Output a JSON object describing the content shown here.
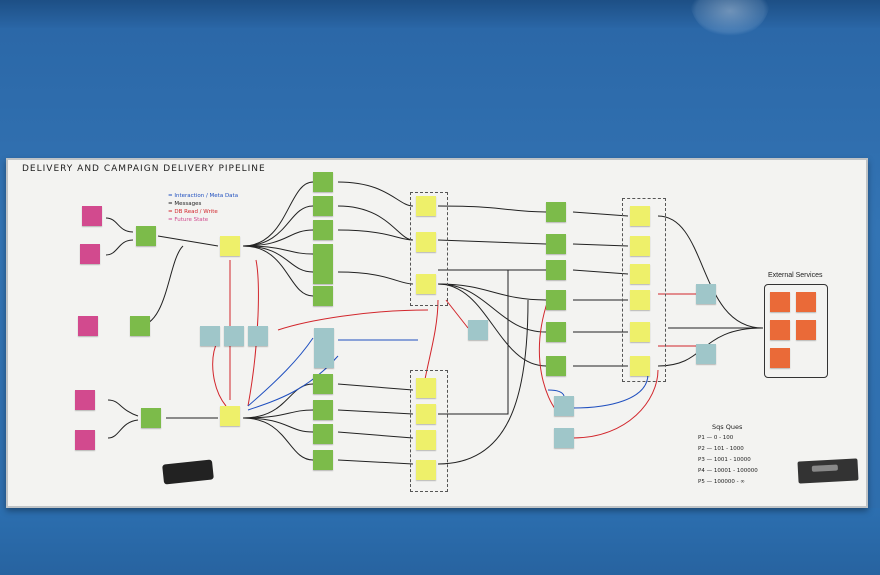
{
  "board": {
    "title": "DELIVERY AND CAMPAIGN DELIVERY PIPELINE"
  },
  "legend": [
    {
      "text": "= Interaction / Meta Data",
      "color": "#1f4fbf"
    },
    {
      "text": "= Messages",
      "color": "#222222"
    },
    {
      "text": "= DB Read / Write",
      "color": "#d2262c"
    },
    {
      "text": "= Future State",
      "color": "#d14a8e"
    }
  ],
  "external_services": {
    "title": "External Services"
  },
  "sqs": {
    "title": "Sqs Ques",
    "rows": [
      {
        "label": "P1",
        "range": "0 - 100"
      },
      {
        "label": "P2",
        "range": "101 - 1000"
      },
      {
        "label": "P3",
        "range": "1001 - 10000"
      },
      {
        "label": "P4",
        "range": "10001 - 100000"
      },
      {
        "label": "P5",
        "range": "100000 - ∞"
      }
    ]
  },
  "colors": {
    "wall": "#2f6fae",
    "board": "#f3f3f1",
    "pink_note": "#d24a8e",
    "green_note": "#7cbb4a",
    "yellow_note": "#eef06a",
    "teal_note": "#9fc6c9",
    "orange_note": "#ea6a38"
  }
}
